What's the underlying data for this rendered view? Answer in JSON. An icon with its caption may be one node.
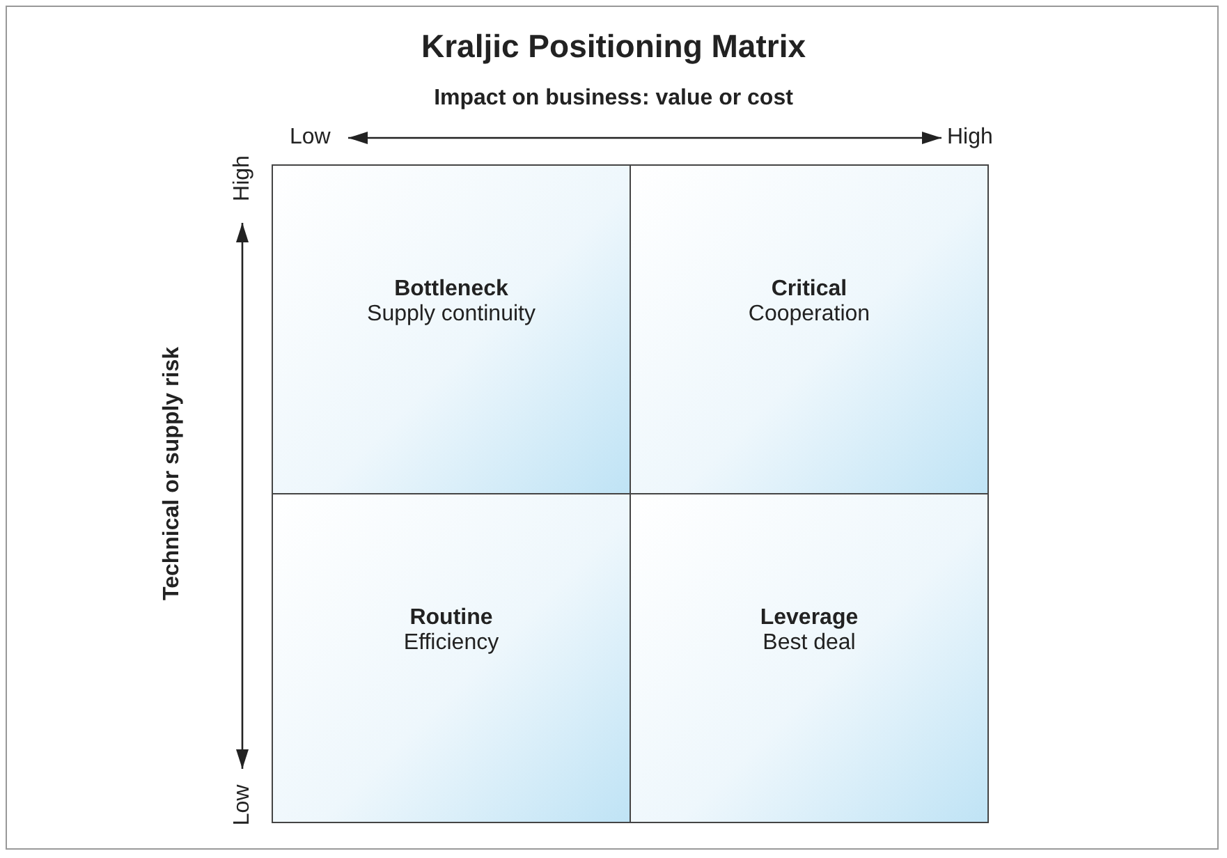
{
  "diagram": {
    "title": "Kraljic Positioning Matrix",
    "nodes": [
      {
        "text": [
          "Bottleneck",
          "Supply continuity"
        ]
      },
      {
        "text": [
          "Critical",
          "Cooperation"
        ]
      },
      {
        "text": [
          "Routine",
          "Efficiency"
        ]
      },
      {
        "text": [
          "Leverage",
          "Best deal"
        ]
      }
    ],
    "labels": [
      "Impact on business: value or cost",
      "Low",
      "High",
      "Technical or supply risk",
      "High",
      "Low"
    ]
  }
}
